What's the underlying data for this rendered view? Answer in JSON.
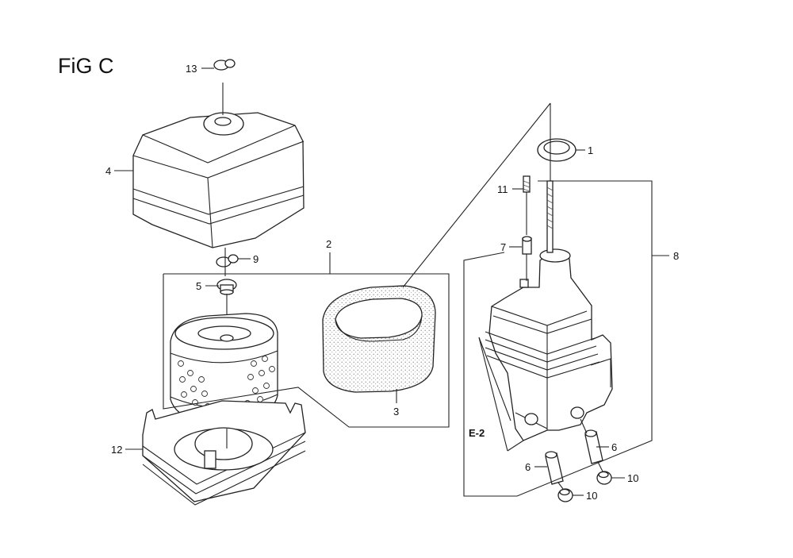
{
  "figure": {
    "title": "FiG C"
  },
  "callouts": [
    {
      "id": "1",
      "label": "1"
    },
    {
      "id": "2",
      "label": "2"
    },
    {
      "id": "3",
      "label": "3"
    },
    {
      "id": "4",
      "label": "4"
    },
    {
      "id": "5",
      "label": "5"
    },
    {
      "id": "6a",
      "label": "6"
    },
    {
      "id": "6b",
      "label": "6"
    },
    {
      "id": "7",
      "label": "7"
    },
    {
      "id": "8",
      "label": "8"
    },
    {
      "id": "9",
      "label": "9"
    },
    {
      "id": "10a",
      "label": "10"
    },
    {
      "id": "10b",
      "label": "10"
    },
    {
      "id": "11",
      "label": "11"
    },
    {
      "id": "12",
      "label": "12"
    },
    {
      "id": "13",
      "label": "13"
    },
    {
      "id": "e2",
      "label": "E-2"
    }
  ]
}
